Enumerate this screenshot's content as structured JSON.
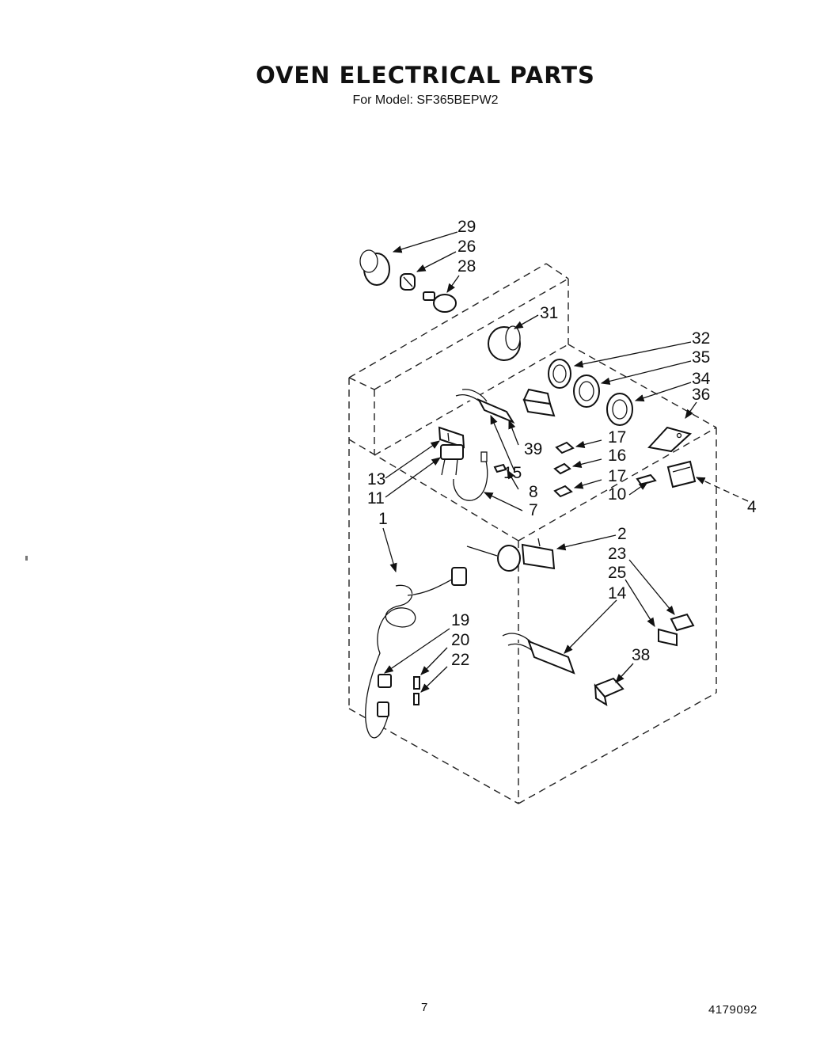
{
  "title": "OVEN ELECTRICAL PARTS",
  "subtitle": "For Model: SF365BEPW2",
  "footer": {
    "page_number": "7",
    "document_number": "4179092"
  },
  "callouts": {
    "c29": "29",
    "c26": "26",
    "c28": "28",
    "c31": "31",
    "c32": "32",
    "c35": "35",
    "c34": "34",
    "c36": "36",
    "c39": "39",
    "c17a": "17",
    "c16": "16",
    "c17b": "17",
    "c15": "15",
    "c8": "8",
    "c7": "7",
    "c13": "13",
    "c11": "11",
    "c4": "4",
    "c10": "10",
    "c2": "2",
    "c1": "1",
    "c23": "23",
    "c25": "25",
    "c14": "14",
    "c19": "19",
    "c20": "20",
    "c22": "22",
    "c38": "38"
  }
}
